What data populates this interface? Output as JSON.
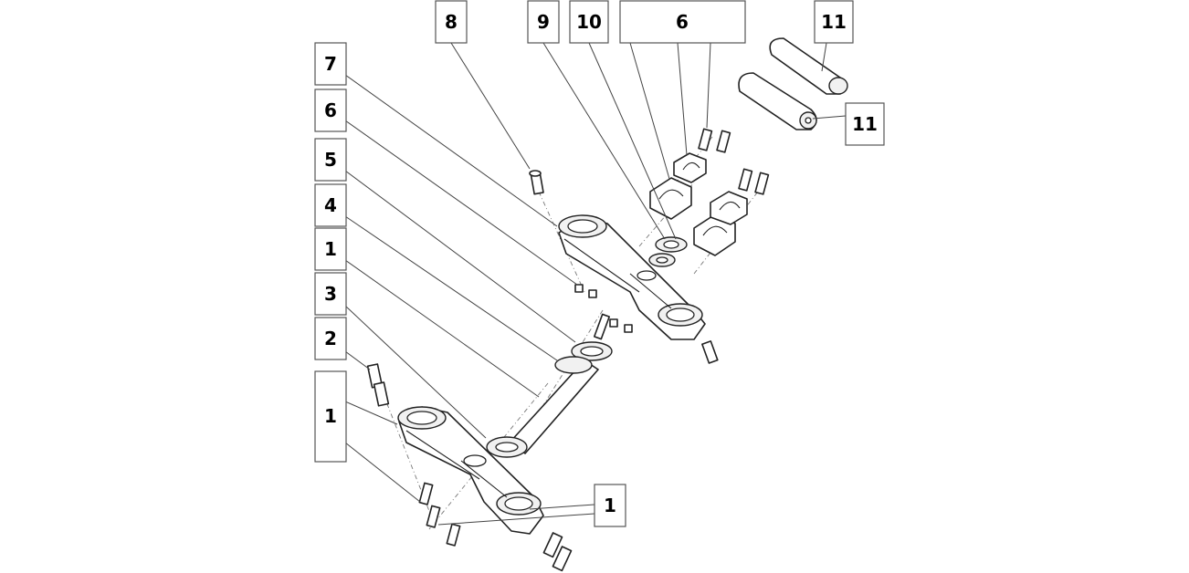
{
  "callouts": [
    {
      "id": "c8",
      "label": "8"
    },
    {
      "id": "c9",
      "label": "9"
    },
    {
      "id": "c10",
      "label": "10"
    },
    {
      "id": "c6a",
      "label": "6"
    },
    {
      "id": "c11a",
      "label": "11"
    },
    {
      "id": "c11b",
      "label": "11"
    },
    {
      "id": "c7",
      "label": "7"
    },
    {
      "id": "c6b",
      "label": "6"
    },
    {
      "id": "c5",
      "label": "5"
    },
    {
      "id": "c4",
      "label": "4"
    },
    {
      "id": "c1a",
      "label": "1"
    },
    {
      "id": "c3",
      "label": "3"
    },
    {
      "id": "c2",
      "label": "2"
    },
    {
      "id": "c1b",
      "label": "1"
    },
    {
      "id": "c1c",
      "label": "1"
    }
  ]
}
